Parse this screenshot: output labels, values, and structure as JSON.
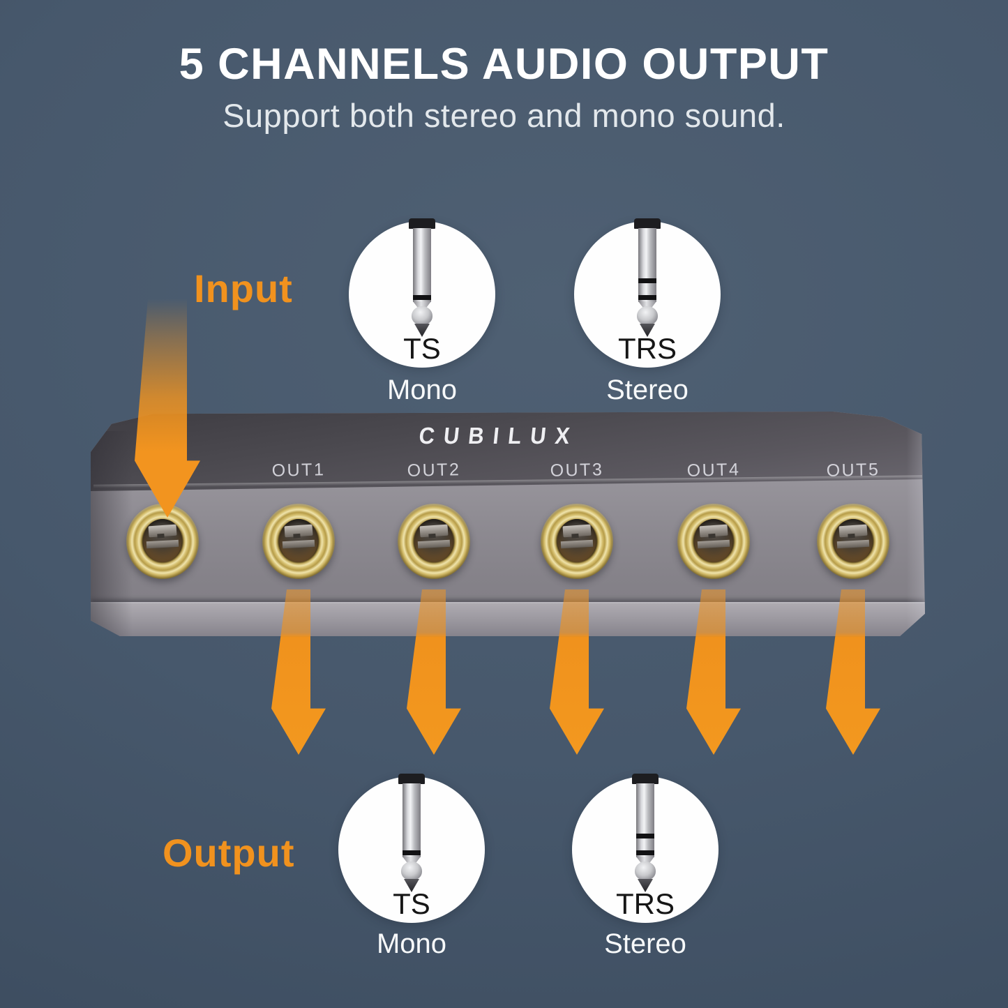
{
  "title": "5 CHANNELS AUDIO OUTPUT",
  "subtitle": "Support both stereo and mono sound.",
  "labels": {
    "input": "Input",
    "output": "Output"
  },
  "device": {
    "brand": "CUBILUX",
    "out_labels": [
      "OUT1",
      "OUT2",
      "OUT3",
      "OUT4",
      "OUT5"
    ],
    "jacks": [
      "input",
      "out1",
      "out2",
      "out3",
      "out4",
      "out5"
    ]
  },
  "connectors": {
    "top": [
      {
        "type": "TS",
        "mode": "Mono"
      },
      {
        "type": "TRS",
        "mode": "Stereo"
      }
    ],
    "bottom": [
      {
        "type": "TS",
        "mode": "Mono"
      },
      {
        "type": "TRS",
        "mode": "Stereo"
      }
    ]
  },
  "colors": {
    "background": "#46576B",
    "accent_orange": "#F2921E",
    "jack_gold": "#D9C476",
    "device_front": "#8D8A91",
    "device_top": "#55535A",
    "callout_circle": "#FFFFFF",
    "title_text": "#FFFFFF"
  }
}
